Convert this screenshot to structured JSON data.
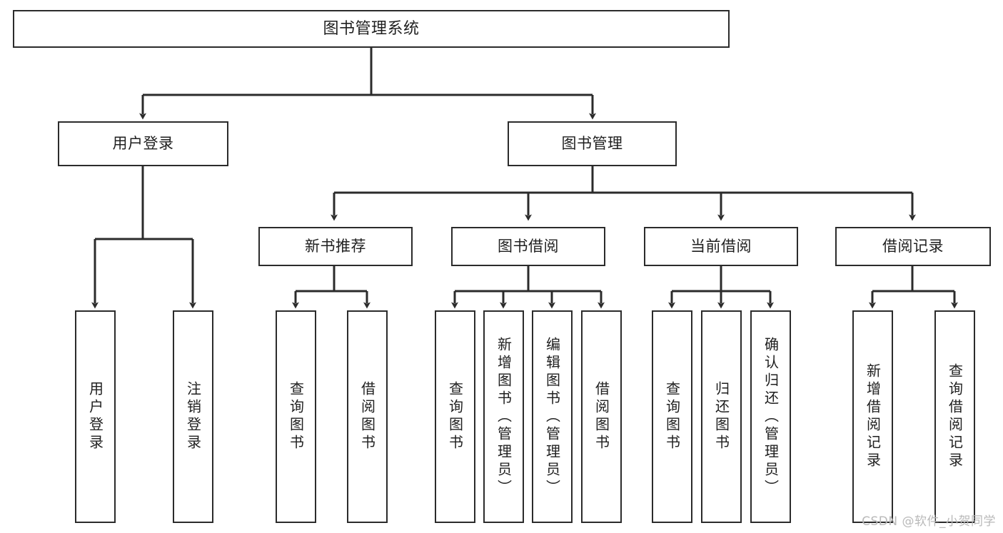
{
  "diagram": {
    "title": "图书管理系统",
    "type": "functional-structure-tree",
    "stroke_color": "#2b2b2b",
    "fill_color": "#ffffff",
    "text_color": "#1f1f1f"
  },
  "watermark": {
    "text": "CSDN @软件_小贺同学",
    "color": "#b9b9b9"
  },
  "nodes": {
    "root": {
      "label": "图书管理系统"
    },
    "level1": [
      {
        "label": "用户登录"
      },
      {
        "label": "图书管理"
      }
    ],
    "level2": [
      {
        "label": "新书推荐"
      },
      {
        "label": "图书借阅"
      },
      {
        "label": "当前借阅"
      },
      {
        "label": "借阅记录"
      }
    ],
    "leaves": [
      {
        "label": "用户登录"
      },
      {
        "label": "注销登录"
      },
      {
        "label": "查询图书"
      },
      {
        "label": "借阅图书"
      },
      {
        "label": "查询图书"
      },
      {
        "label": "新增图书（管理员）"
      },
      {
        "label": "编辑图书（管理员）"
      },
      {
        "label": "借阅图书"
      },
      {
        "label": "查询图书"
      },
      {
        "label": "归还图书"
      },
      {
        "label": "确认归还（管理员）"
      },
      {
        "label": "新增借阅记录"
      },
      {
        "label": "查询借阅记录"
      }
    ]
  },
  "tree": {
    "图书管理系统": [
      "用户登录",
      "图书管理"
    ],
    "用户登录": [
      "用户登录",
      "注销登录"
    ],
    "图书管理": [
      "新书推荐",
      "图书借阅",
      "当前借阅",
      "借阅记录"
    ],
    "新书推荐": [
      "查询图书",
      "借阅图书"
    ],
    "图书借阅": [
      "查询图书",
      "新增图书（管理员）",
      "编辑图书（管理员）",
      "借阅图书"
    ],
    "当前借阅": [
      "查询图书",
      "归还图书",
      "确认归还（管理员）"
    ],
    "借阅记录": [
      "新增借阅记录",
      "查询借阅记录"
    ]
  }
}
